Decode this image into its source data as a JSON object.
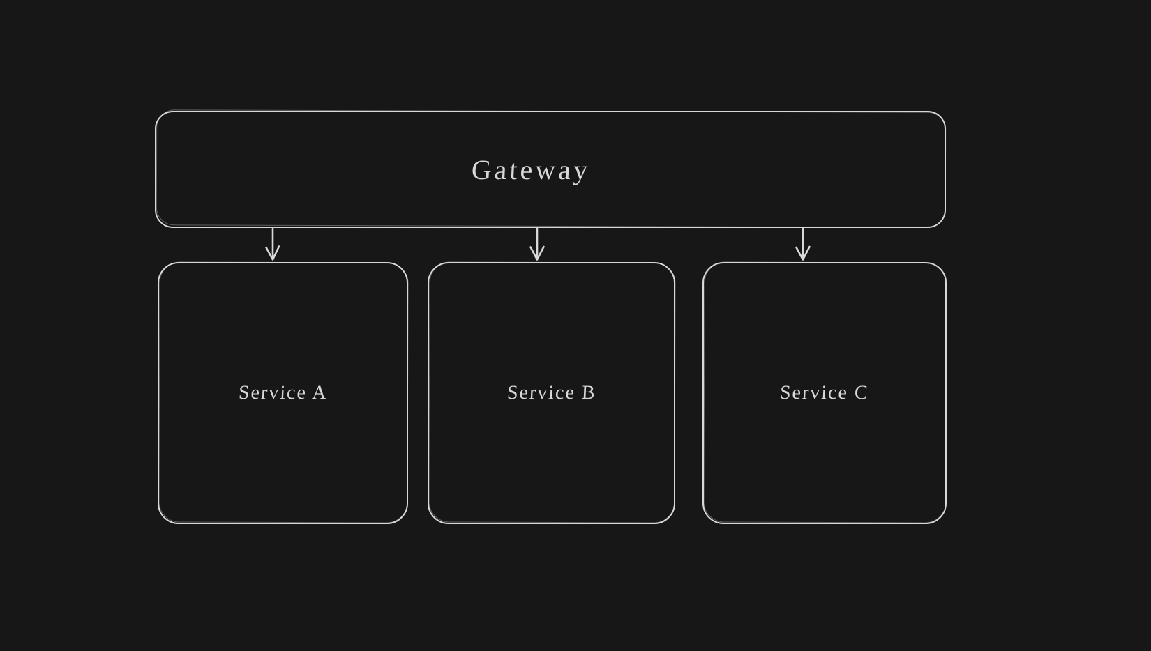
{
  "diagram": {
    "type": "flowchart",
    "style": "hand-drawn",
    "colors": {
      "background": "#171717",
      "stroke": "#d8d8d8",
      "text": "#d8d8d8"
    },
    "nodes": [
      {
        "id": "gateway",
        "label": "Gateway",
        "shape": "rounded-rectangle"
      },
      {
        "id": "service-a",
        "label": "Service A",
        "shape": "rounded-rectangle"
      },
      {
        "id": "service-b",
        "label": "Service B",
        "shape": "rounded-rectangle"
      },
      {
        "id": "service-c",
        "label": "Service C",
        "shape": "rounded-rectangle"
      }
    ],
    "edges": [
      {
        "from": "gateway",
        "to": "service-a",
        "direction": "down"
      },
      {
        "from": "gateway",
        "to": "service-b",
        "direction": "down"
      },
      {
        "from": "gateway",
        "to": "service-c",
        "direction": "down"
      }
    ]
  }
}
